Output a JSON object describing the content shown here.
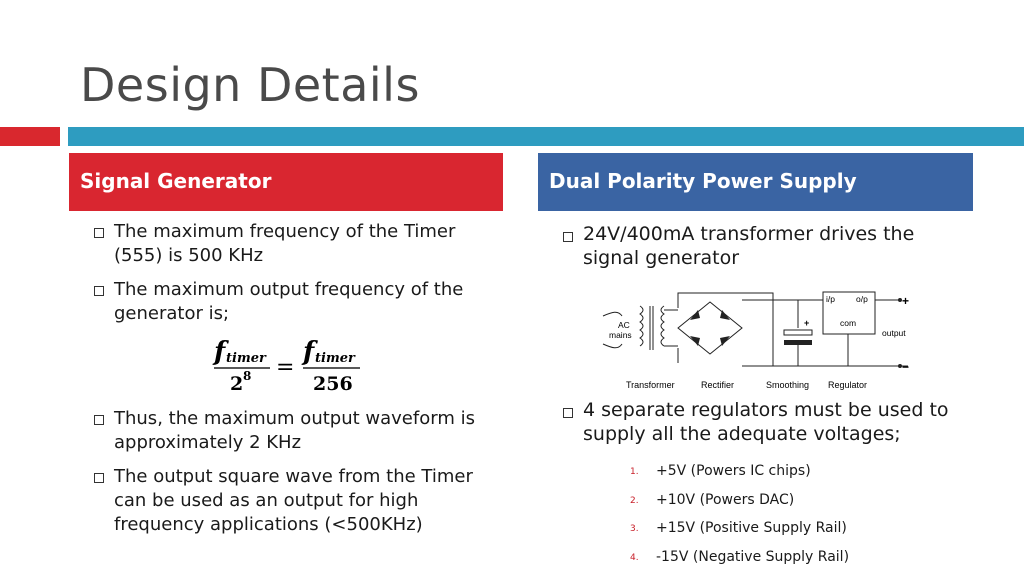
{
  "title": "Design Details",
  "left": {
    "header": "Signal Generator",
    "bullets": [
      "The maximum frequency of the Timer (555) is 500 KHz",
      "The maximum output frequency of the generator is;",
      "Thus, the maximum output waveform is approximately 2 KHz",
      "The output square wave from the Timer can be used as an output for high frequency applications (<500KHz)"
    ],
    "formula": {
      "f1": "f",
      "sub1": "timer",
      "den1": "2",
      "exp1": "8",
      "eq": "=",
      "f2": "f",
      "sub2": "timer",
      "den2": "256"
    }
  },
  "right": {
    "header": "Dual Polarity Power Supply",
    "bullets": [
      "24V/400mA transformer drives the signal generator",
      "4 separate regulators must be used to supply all the adequate voltages;"
    ],
    "sub_items": [
      {
        "num": "1.",
        "text": "+5V (Powers IC chips)"
      },
      {
        "num": "2.",
        "text": "+10V (Powers DAC)"
      },
      {
        "num": "3.",
        "text": "+15V (Positive Supply Rail)"
      },
      {
        "num": "4.",
        "text": "-15V (Negative Supply Rail)"
      }
    ],
    "diagram": {
      "ac_mains_1": "AC",
      "ac_mains_2": "mains",
      "ip": "i/p",
      "op": "o/p",
      "com": "com",
      "output": "output",
      "plus": "+",
      "minus": "−",
      "cap_plus": "+",
      "stages": [
        "Transformer",
        "Rectifier",
        "Smoothing",
        "Regulator"
      ]
    }
  },
  "colors": {
    "red": "#d92630",
    "blue": "#3a64a3",
    "accent_bar": "#2e9cc0"
  }
}
